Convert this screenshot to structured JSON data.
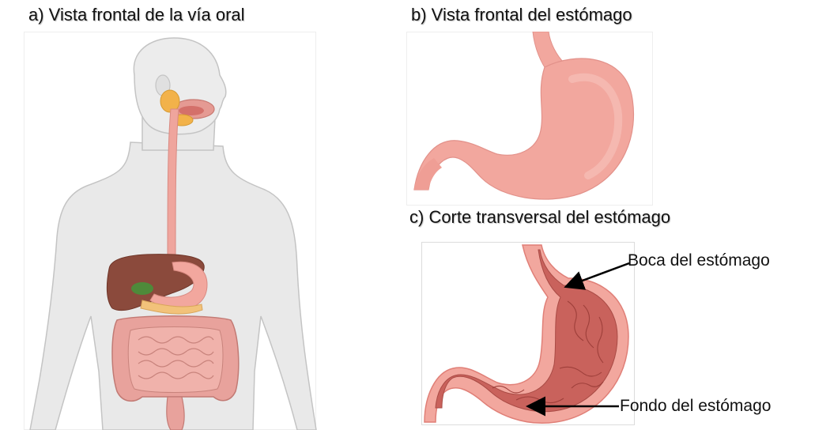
{
  "panels": {
    "a": {
      "caption": "a) Vista frontal de la vía oral"
    },
    "b": {
      "caption": "b) Vista frontal del estómago"
    },
    "c": {
      "caption": "c) Corte transversal del estómago"
    }
  },
  "annotations": {
    "top": "Boca del estómago",
    "bottom": "Fondo del estómago"
  },
  "colors": {
    "body_outline": "#bdbdbd",
    "body_fill": "#e8e8e8",
    "stomach_fill": "#f2a79e",
    "stomach_shade": "#e98f86",
    "liver": "#8b4a3c",
    "intestine": "#e8a29c",
    "gallbladder": "#4e8a3a",
    "salivary": "#f2b24a"
  }
}
